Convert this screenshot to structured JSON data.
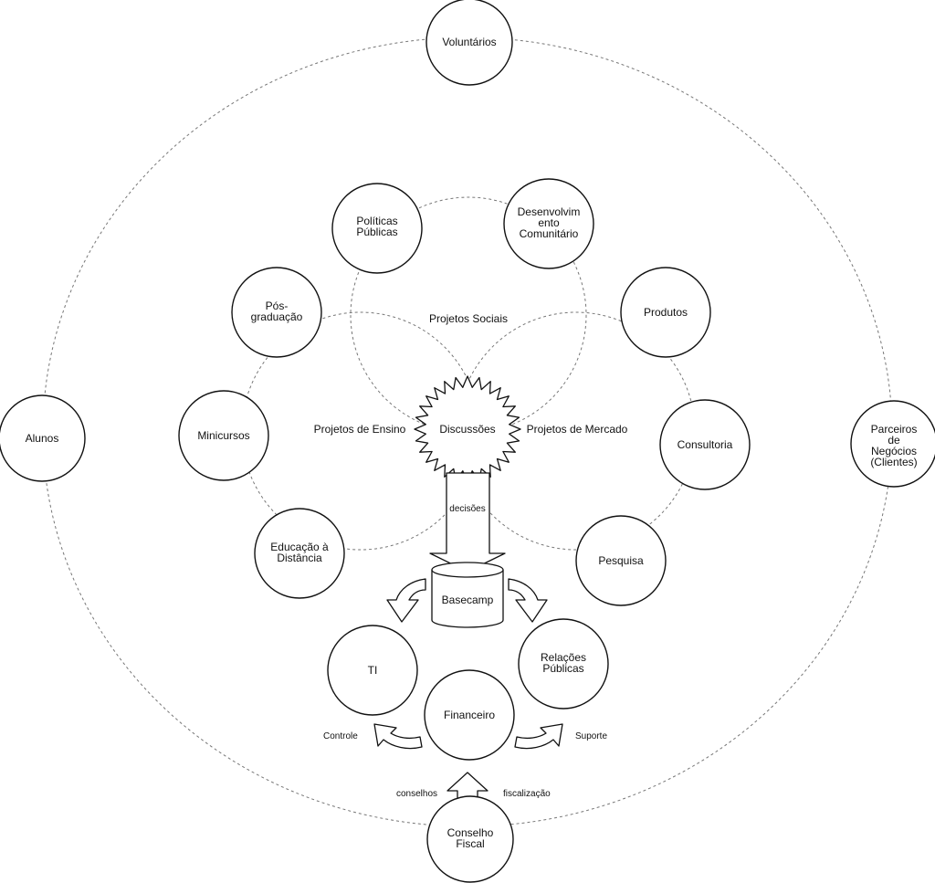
{
  "nodes": {
    "voluntarios": [
      "Voluntários"
    ],
    "alunos": [
      "Alunos"
    ],
    "parceiros": [
      "Parceiros",
      "de",
      "Negócios",
      "(Clientes)"
    ],
    "politicas": [
      "Políticas",
      "Públicas"
    ],
    "desenvolvimento": [
      "Desenvolvim",
      "ento",
      "Comunitário"
    ],
    "pos_graduacao": [
      "Pós-",
      "graduação"
    ],
    "produtos": [
      "Produtos"
    ],
    "minicursos": [
      "Minicursos"
    ],
    "consultoria": [
      "Consultoria"
    ],
    "educacao_distancia": [
      "Educação à",
      "Distância"
    ],
    "pesquisa": [
      "Pesquisa"
    ],
    "ti": [
      "TI"
    ],
    "relacoes_publicas": [
      "Relações",
      "Públicas"
    ],
    "financeiro": [
      "Financeiro"
    ],
    "conselho_fiscal": [
      "Conselho",
      "Fiscal"
    ]
  },
  "groups": {
    "sociais": "Projetos Sociais",
    "ensino": "Projetos de Ensino",
    "mercado": "Projetos de Mercado"
  },
  "center": {
    "discussoes": "Discussões",
    "decisoes": "decisões",
    "basecamp": "Basecamp"
  },
  "flows": {
    "controle": "Controle",
    "suporte": "Suporte",
    "conselhos": "conselhos",
    "fiscalizacao": "fiscalização"
  }
}
